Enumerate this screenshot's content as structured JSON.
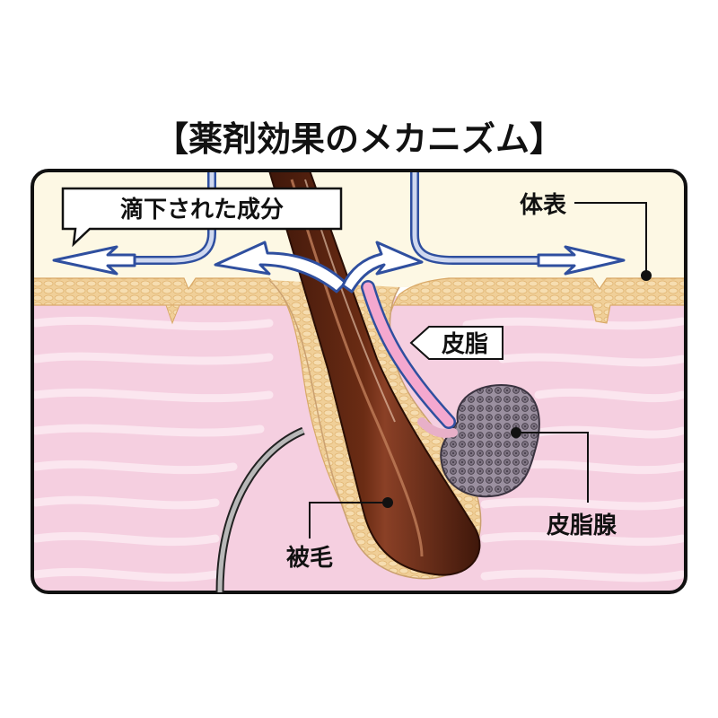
{
  "title": "【薬剤効果のメカニズム】",
  "labels": {
    "applied_component": "滴下された成分",
    "body_surface": "体表",
    "sebum": "皮脂",
    "sebaceous_gland": "皮脂腺",
    "hair": "被毛"
  },
  "colors": {
    "dermis": "#f5cfe0",
    "dermis_stripe": "#fbe6ef",
    "epidermis": "#f0cf98",
    "surface_bg": "#fdf8e4",
    "hair": "#5a2412",
    "hair_highlight": "#b06a4a",
    "arrow_blue": "#2f4f9f",
    "sebum_pink": "#f4a8cf",
    "gland": "#8f8594"
  }
}
